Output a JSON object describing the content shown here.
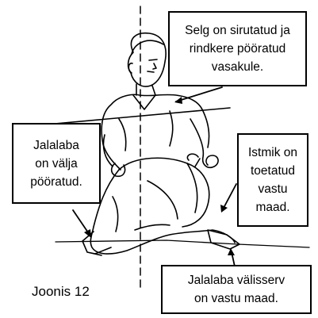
{
  "callouts": {
    "top": {
      "lines": [
        "Selg on sirutatud ja",
        "rindkere pööratud",
        "vasakule."
      ]
    },
    "left": {
      "lines": [
        "Jalalaba",
        "on välja",
        "pööratud."
      ]
    },
    "right": {
      "lines": [
        "Istmik on",
        "toetatud",
        "vastu",
        "maad."
      ]
    },
    "bottom": {
      "lines": [
        "Jalalaba välisserv",
        "on vastu maad."
      ]
    }
  },
  "caption": "Joonis 12",
  "colors": {
    "ink": "#000000",
    "paper": "#ffffff"
  }
}
